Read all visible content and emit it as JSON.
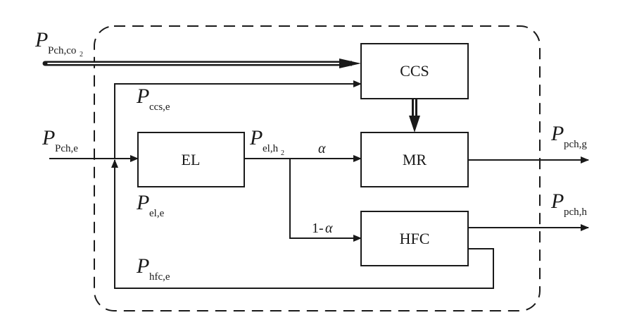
{
  "diagram": {
    "blocks": {
      "ccs": {
        "label": "CCS"
      },
      "el": {
        "label": "EL"
      },
      "mr": {
        "label": "MR"
      },
      "hfc": {
        "label": "HFC"
      }
    },
    "signals": {
      "p_pch_co2": {
        "main": "P",
        "sub": "Pch,co",
        "sub2": "2"
      },
      "p_ccs_e": {
        "main": "P",
        "sub": "ccs,e"
      },
      "p_pch_e": {
        "main": "P",
        "sub": "Pch,e"
      },
      "p_el_h2": {
        "main": "P",
        "sub": "el,h",
        "sub2": "2"
      },
      "p_el_e": {
        "main": "P",
        "sub": "el,e"
      },
      "p_hfc_e": {
        "main": "P",
        "sub": "hfc,e"
      },
      "p_pch_g": {
        "main": "P",
        "sub": "pch,g"
      },
      "p_pch_h": {
        "main": "P",
        "sub": "pch,h"
      }
    },
    "split": {
      "alpha": "α",
      "one_minus_prefix": "1-",
      "one_minus_alpha": "α"
    }
  }
}
